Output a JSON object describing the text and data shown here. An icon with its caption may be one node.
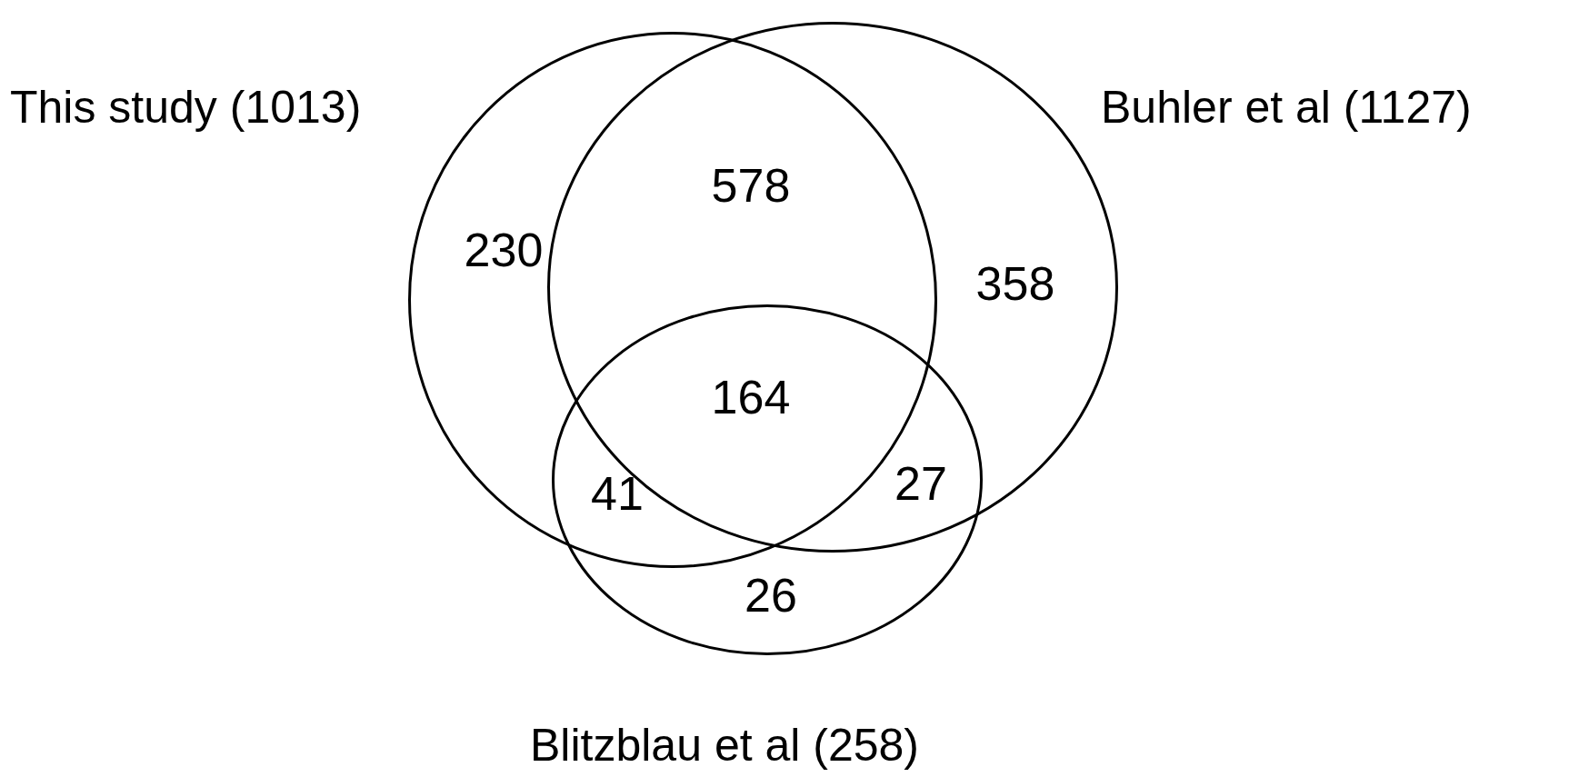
{
  "diagram": {
    "nodes": [
      {
        "text": [
          "This study (1013)"
        ]
      },
      {
        "text": [
          "Buhler et al (1127)"
        ]
      },
      {
        "text": [
          "Blitzblau et al (258)"
        ]
      }
    ],
    "labels": [
      "578",
      "230",
      "358",
      "164",
      "41",
      "27",
      "26"
    ]
  }
}
